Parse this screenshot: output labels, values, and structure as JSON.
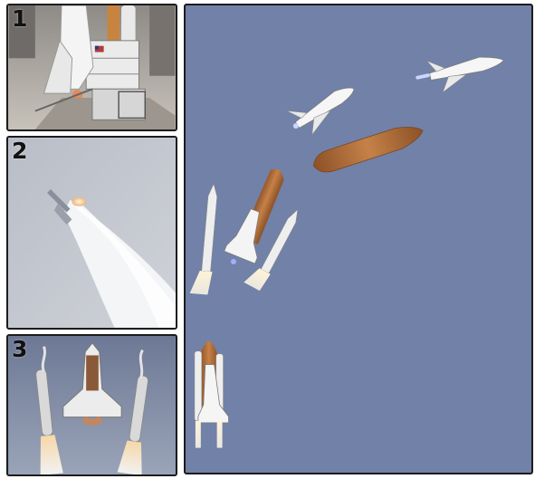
{
  "panels": [
    {
      "number": "1"
    },
    {
      "number": "2"
    },
    {
      "number": "3"
    }
  ],
  "colors": {
    "main_background": "#7181a8",
    "panel_border": "#1c1c1c",
    "orbiter": "#f2f2f2",
    "external_tank": "#b8733d",
    "booster": "#e6e6e6",
    "exhaust": "#f6efe0"
  }
}
